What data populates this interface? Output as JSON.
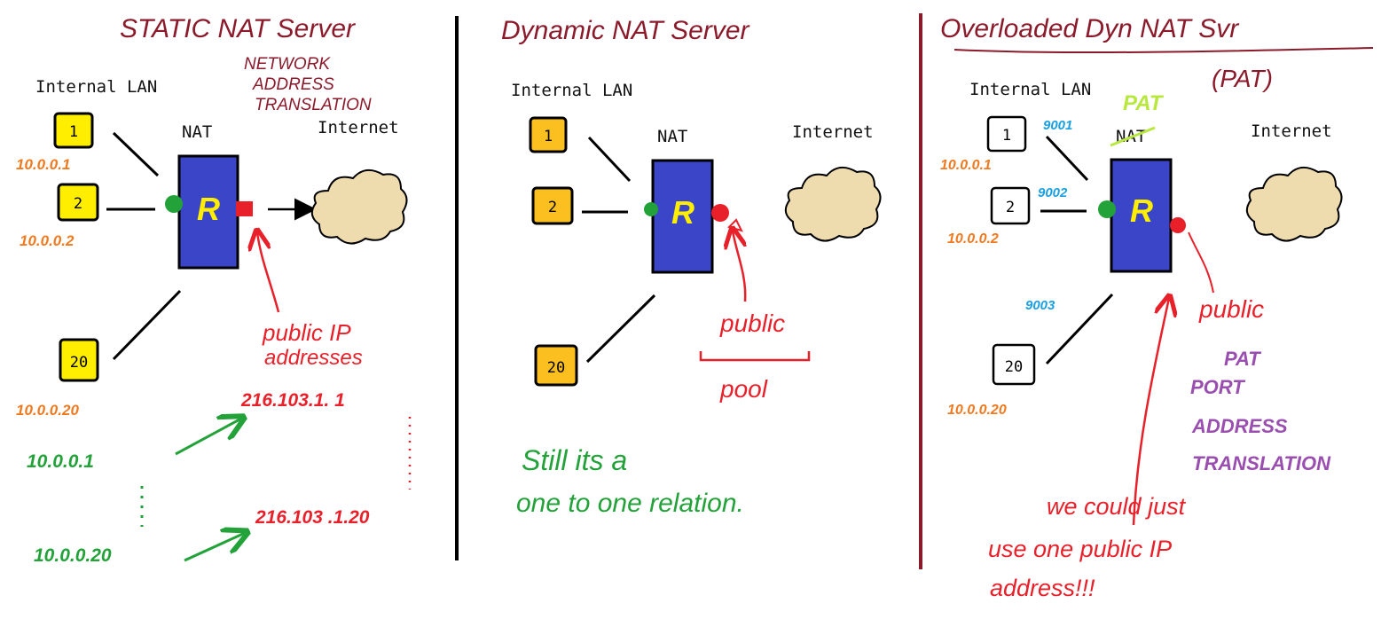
{
  "colors": {
    "maroon": "#8b1a2b",
    "red": "#e8202a",
    "green": "#23a23a",
    "orange": "#f07a20",
    "blue_label": "#1aa0e0",
    "purple": "#9a4fb0",
    "router_fill": "#3b45c8",
    "host_yellow": "#ffee00",
    "host_gold": "#fbc020",
    "cloud_fill": "#efdcae",
    "lime": "#b8e840"
  },
  "panel_static": {
    "title": "STATIC NAT Server",
    "note_lines": [
      "NETWORK",
      "ADDRESS",
      "TRANSLATION"
    ],
    "lan_label": "Internal LAN",
    "nat_label": "NAT",
    "internet_label": "Internet",
    "router_letter": "R",
    "hosts": [
      {
        "label": "1",
        "ip": "10.0.0.1"
      },
      {
        "label": "2",
        "ip": "10.0.0.2"
      },
      {
        "label": "20",
        "ip": "10.0.0.20"
      }
    ],
    "public_note_lines": [
      "public IP",
      "addresses"
    ],
    "public_ips": [
      "216.103.1. 1",
      "216.103 .1.20"
    ],
    "mapping_private": [
      "10.0.0.1",
      "10.0.0.20"
    ]
  },
  "panel_dynamic": {
    "title": "Dynamic NAT Server",
    "lan_label": "Internal LAN",
    "nat_label": "NAT",
    "internet_label": "Internet",
    "router_letter": "R",
    "hosts": [
      {
        "label": "1"
      },
      {
        "label": "2"
      },
      {
        "label": "20"
      }
    ],
    "public_label": "public",
    "pool_label": "pool",
    "note_lines": [
      "Still its a",
      "one to one relation."
    ]
  },
  "panel_pat": {
    "title": "Overloaded Dyn NAT Svr",
    "subtitle": "(PAT)",
    "lan_label": "Internal LAN",
    "nat_label": "NAT",
    "nat_overlay": "PAT",
    "internet_label": "Internet",
    "router_letter": "R",
    "hosts": [
      {
        "label": "1",
        "ip": "10.0.0.1",
        "port": "9001"
      },
      {
        "label": "2",
        "ip": "10.0.0.2",
        "port": "9002"
      },
      {
        "label": "20",
        "ip": "10.0.0.20",
        "port": "9003"
      }
    ],
    "public_label": "public",
    "pat_lines": [
      "PAT",
      "PORT",
      "ADDRESS",
      "TRANSLATION"
    ],
    "note_lines": [
      "we could just",
      "use one public IP",
      "address!!!"
    ]
  }
}
